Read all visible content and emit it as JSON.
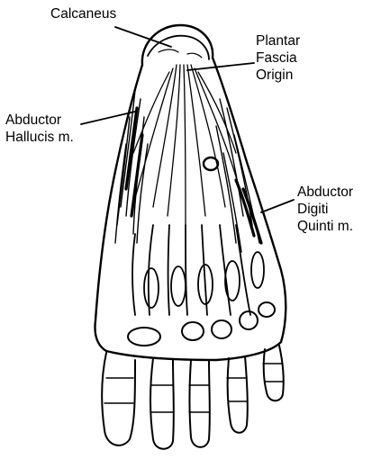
{
  "labels": {
    "calcaneus": [
      "Calcaneus"
    ],
    "plantar_fascia_origin": [
      "Plantar",
      "Fascia",
      "Origin"
    ],
    "abductor_hallucis": [
      "Abductor",
      "Hallucis m."
    ],
    "abductor_digiti_quinti": [
      "Abductor",
      "Digiti",
      "Quinti m."
    ]
  },
  "colors": {
    "ink": "#000000",
    "paper": "#ffffff"
  }
}
